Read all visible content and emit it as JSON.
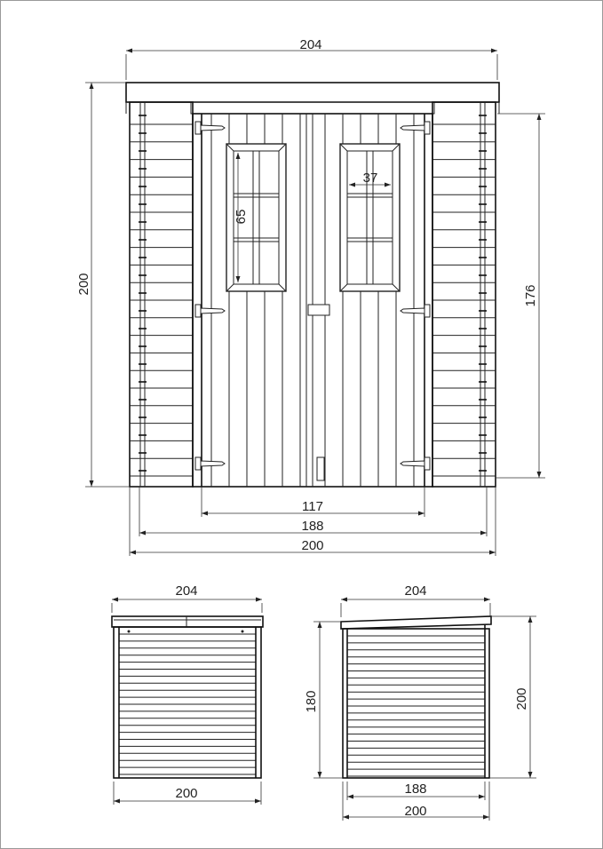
{
  "front_view": {
    "overall_width_label": "204",
    "overall_height_label": "200",
    "wall_height_label": "176",
    "door_width_label": "117",
    "inner_width_label": "188",
    "base_width_label": "200",
    "window_height_label": "65",
    "window_width_label": "37"
  },
  "back_view": {
    "roof_width_label": "204",
    "base_width_label": "200"
  },
  "side_view": {
    "roof_width_label": "204",
    "low_height_label": "180",
    "high_height_label": "200",
    "inner_width_label": "188",
    "base_width_label": "200"
  },
  "colors": {
    "line": "#222222",
    "background": "#ffffff"
  }
}
